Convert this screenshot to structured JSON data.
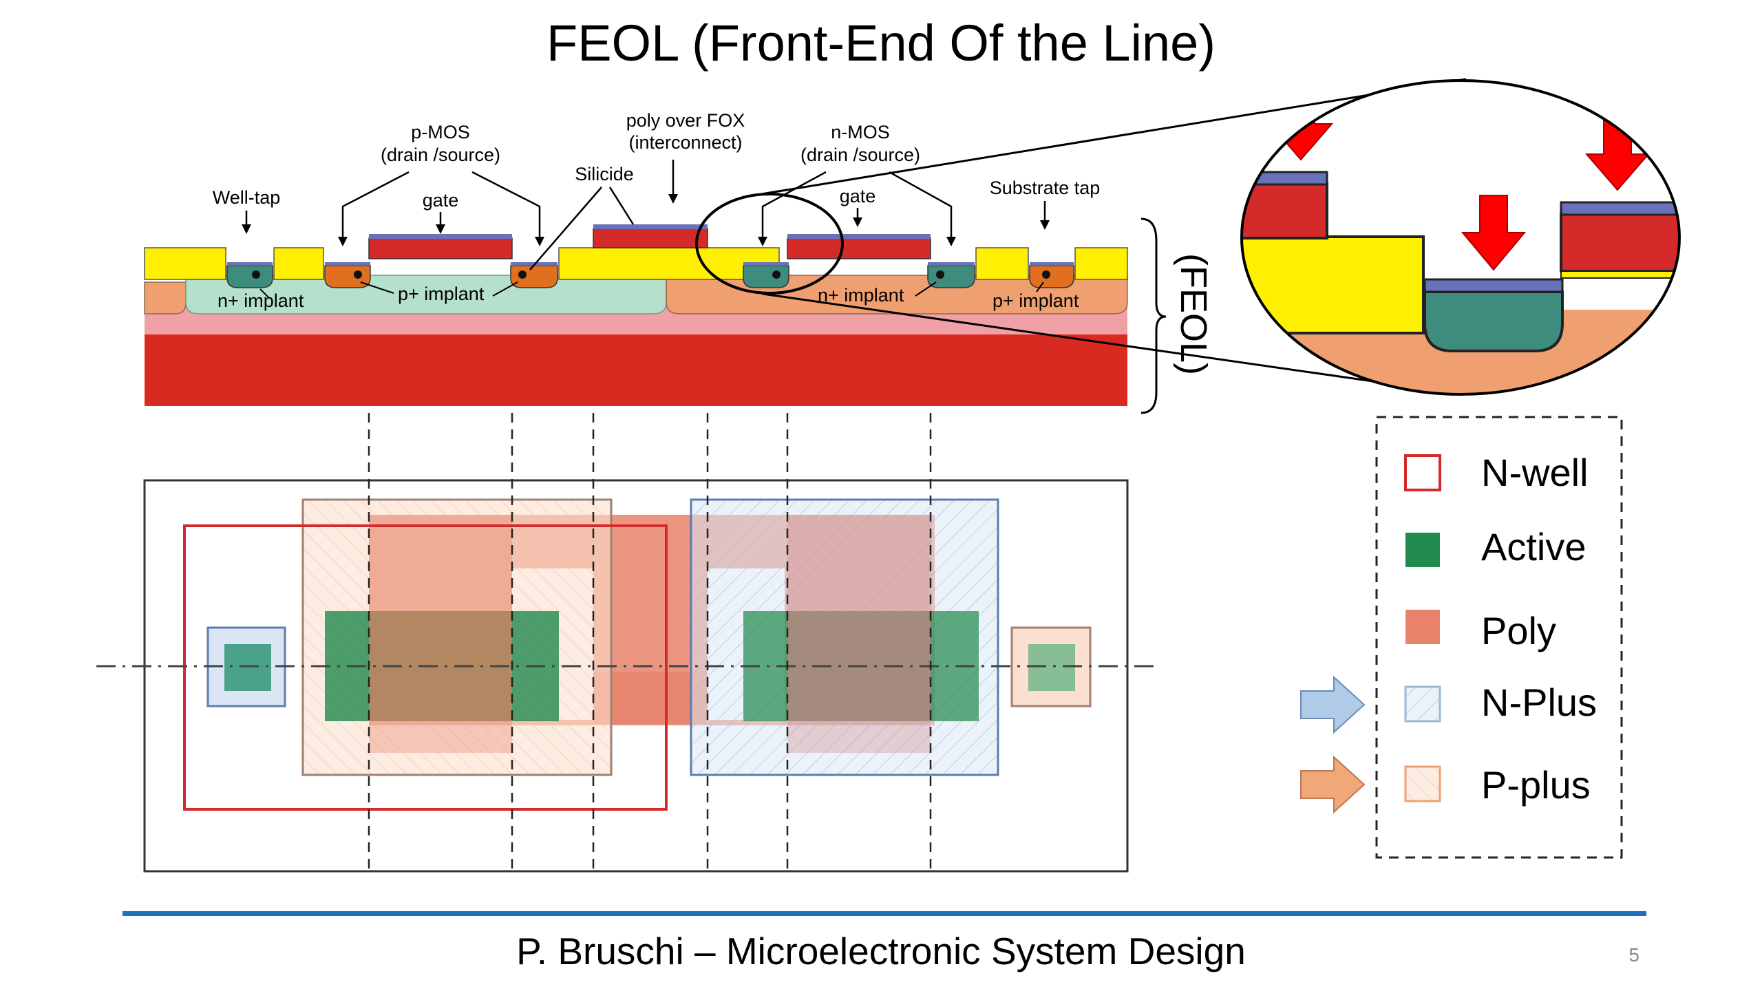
{
  "title": "FEOL (Front-End Of the Line)",
  "cross_section": {
    "labels": {
      "well_tap": "Well-tap",
      "pmos": "p-MOS",
      "pmos_sub": "(drain /source)",
      "pmos_gate": "gate",
      "silicide": "Silicide",
      "poly_fox": "poly over FOX",
      "poly_fox_sub": "(interconnect)",
      "nmos": "n-MOS",
      "nmos_sub": "(drain /source)",
      "nmos_gate": "gate",
      "substrate_tap": "Substrate tap",
      "n_implant_left": "n+ implant",
      "p_implant_left": "p+ implant",
      "n_implant_right": "n+ implant",
      "p_implant_right": "p+ implant"
    },
    "bracket_label": "(FEOL)"
  },
  "legend": {
    "items": [
      {
        "label": "N-well",
        "color": "#d42a2a",
        "style": "outline"
      },
      {
        "label": "Active",
        "color": "#1f8a4c",
        "style": "fill"
      },
      {
        "label": "Poly",
        "color": "#e8826b",
        "style": "fill"
      },
      {
        "label": "N-Plus",
        "color": "#9fb6d8",
        "style": "outline"
      },
      {
        "label": "P-plus",
        "color": "#f0a070",
        "style": "outline"
      }
    ]
  },
  "colors": {
    "substrate": "#d82a20",
    "pwell_layer": "#f1a1a6",
    "nwell": "#b5e0cc",
    "pwell": "#f0a070",
    "fox": "#ffef00",
    "poly": "#d42a2a",
    "n_plus_diff": "#3e8c7e",
    "p_plus_diff": "#e07020",
    "silicide": "#6872b8",
    "nplus_arrow": "#b0cbe8",
    "pplus_arrow": "#f0a878"
  },
  "footer": {
    "text": "P. Bruschi – Microelectronic System Design",
    "page": "5"
  }
}
